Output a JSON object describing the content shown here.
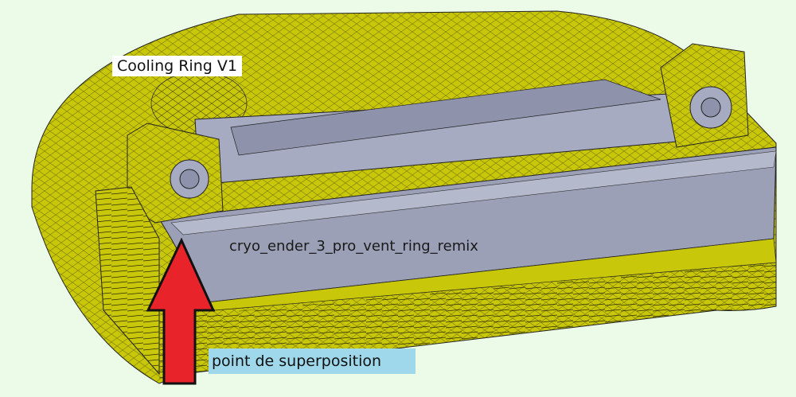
{
  "labels": {
    "cooling_ring": "Cooling Ring V1",
    "remix": "cryo_ender_3_pro_vent_ring_remix",
    "overlap_point": "point de superposition"
  },
  "colors": {
    "background": "#ecfbe8",
    "cooling_ring_body": "#c9c70a",
    "remix_body": "#9ba0b7",
    "arrow": "#e8232a",
    "callout_bg": "#9fd8ea"
  },
  "icons": {
    "pointer": "red-up-arrow"
  }
}
